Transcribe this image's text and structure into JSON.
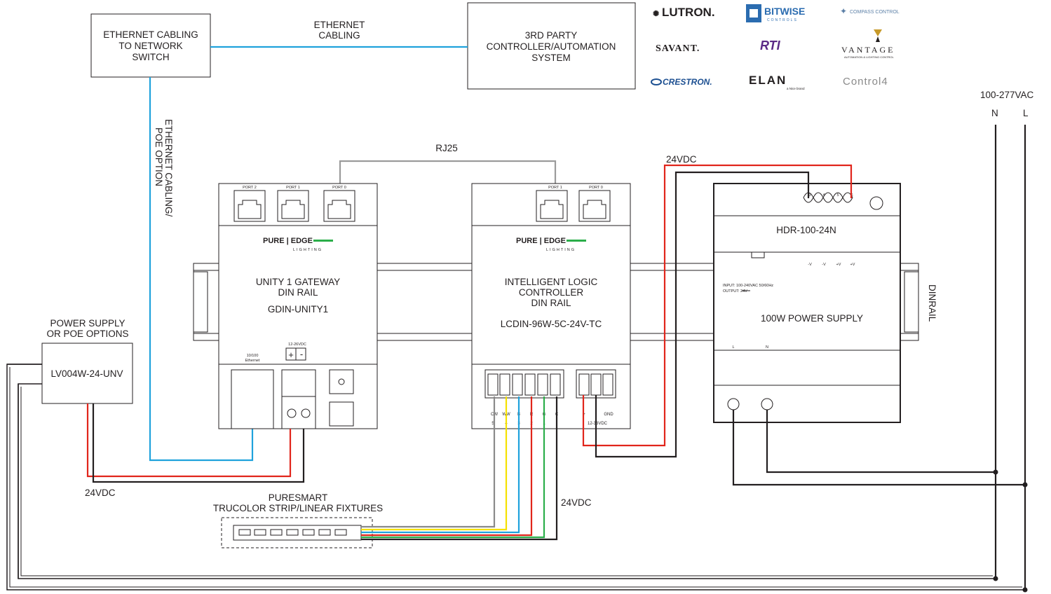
{
  "boxes": {
    "ethernet_switch": [
      "ETHERNET CABLING",
      "TO NETWORK",
      "SWITCH"
    ],
    "controller": [
      "3RD PARTY",
      "CONTROLLER/AUTOMATION",
      "SYSTEM"
    ],
    "power_option_label": [
      "POWER SUPPLY",
      "OR POE OPTIONS"
    ],
    "power_option_model": "LV004W-24-UNV"
  },
  "labels": {
    "ethernet_cabling_top": [
      "ETHERNET",
      "CABLING"
    ],
    "ethernet_cabling_vertical": [
      "ETHERNET CABLING/",
      "POE OPTION"
    ],
    "rj25": "RJ25",
    "vdc_top": "24VDC",
    "vdc_left": "24VDC",
    "vdc_middle": "24VDC",
    "mains": "100-277VAC",
    "mains_n": "N",
    "mains_l": "L",
    "dinrail": "DINRAIL",
    "fixtures": [
      "PURESMART",
      "TRUCOLOR STRIP/LINEAR FIXTURES"
    ]
  },
  "brands": [
    {
      "name": "LUTRON",
      "text": "LUTRON.",
      "color": "#231f20"
    },
    {
      "name": "bitwise",
      "text": "BITWISE",
      "sub": "CONTROLS",
      "color": "#2b6cb0"
    },
    {
      "name": "compass",
      "text": "COMPASS CONTROL",
      "color": "#5b7fa6"
    },
    {
      "name": "savant",
      "text": "SAVANT.",
      "color": "#231f20"
    },
    {
      "name": "rti",
      "text": "RTI",
      "color": "#5b2a86"
    },
    {
      "name": "vantage",
      "text": "VANTAGE",
      "sub": "AUTOMATION & LIGHTING CONTROL",
      "color": "#231f20"
    },
    {
      "name": "crestron",
      "text": "CRESTRON.",
      "color": "#1c4f91"
    },
    {
      "name": "elan",
      "text": "ELAN",
      "sub": "a Nice brand",
      "color": "#231f20"
    },
    {
      "name": "control4",
      "text": "Control4",
      "color": "#8a8a8a"
    }
  ],
  "gateway": {
    "ports": [
      "PORT 2",
      "PORT 1",
      "PORT 0"
    ],
    "brand": "PURE | EDGE",
    "brand_sub": "LIGHTING",
    "title": [
      "UNITY 1 GATEWAY",
      "DIN RAIL"
    ],
    "model": "GDIN-UNITY1",
    "ethernet": [
      "10/100",
      "Ethernet"
    ],
    "power": "12-26VDC",
    "plus": "+",
    "minus": "-"
  },
  "controller": {
    "ports": [
      "PORT 1",
      "PORT 0"
    ],
    "brand": "PURE | EDGE",
    "brand_sub": "LIGHTING",
    "title": [
      "INTELLIGENT LOGIC",
      "CONTROLLER",
      "DIN RAIL"
    ],
    "model": "LCDIN-96W-5C-24V-TC",
    "terminal_labels": [
      "CW",
      "WW",
      "B",
      "R",
      "G",
      "C"
    ],
    "terminal_numbers": [
      "5",
      "4",
      "3",
      "2",
      "1"
    ],
    "power_terminals": [
      "+",
      "-",
      "GND"
    ],
    "power_label": "12-36VDC"
  },
  "psu": {
    "model": "HDR-100-24N",
    "terminals_top": [
      "3",
      "4",
      "5",
      "6"
    ],
    "outputs": [
      "-V",
      "-V",
      "+V",
      "+V"
    ],
    "input": "INPUT: 100-240VAC 50/60Hz",
    "output": "OUTPUT: 24V",
    "title": "100W POWER SUPPLY",
    "l": "L",
    "n": "N"
  },
  "colors": {
    "ethernet": "#1fa2dc",
    "dc_positive": "#e1251b",
    "dc_negative": "#231f20",
    "rj25": "#9b9b9b"
  }
}
